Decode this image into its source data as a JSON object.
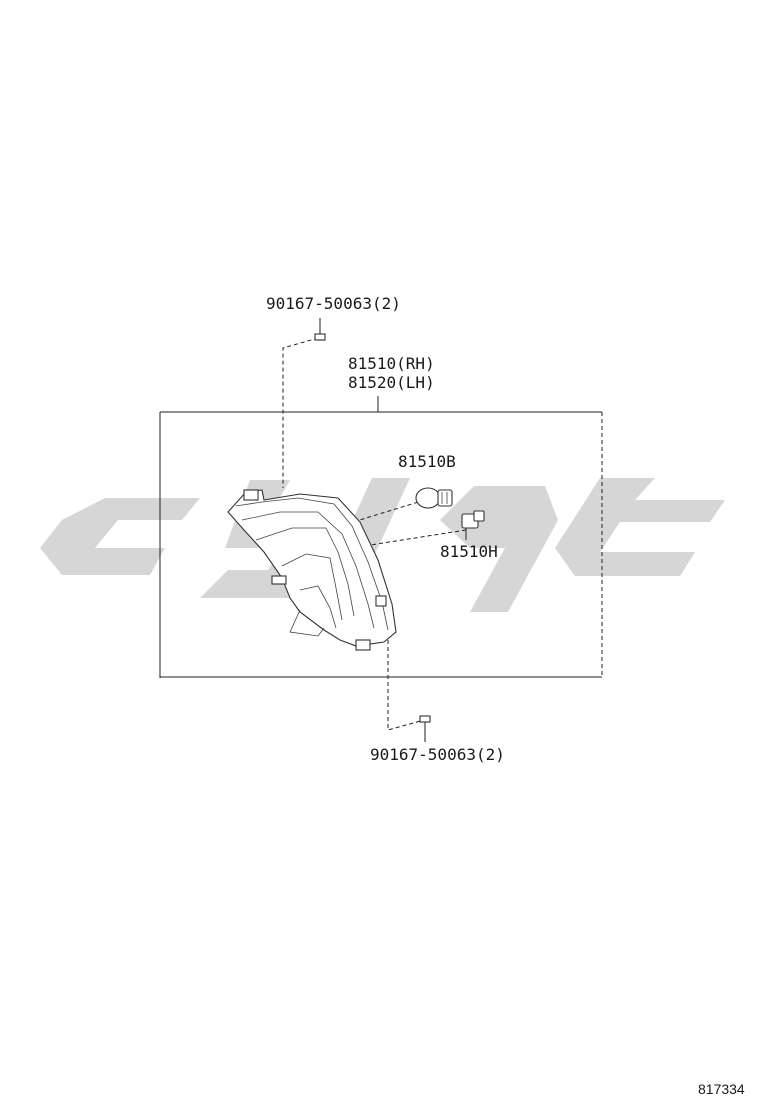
{
  "labels": {
    "screw_top": "90167-50063(2)",
    "lamp_rh": "81510(RH)",
    "lamp_lh": "81520(LH)",
    "bulb_a": "81510B",
    "bulb_b": "81510H",
    "screw_bottom": "90167-50063(2)"
  },
  "figure_id": "817334",
  "colors": {
    "ink": "#1a1a1a",
    "watermark": "#cfcfcf"
  }
}
